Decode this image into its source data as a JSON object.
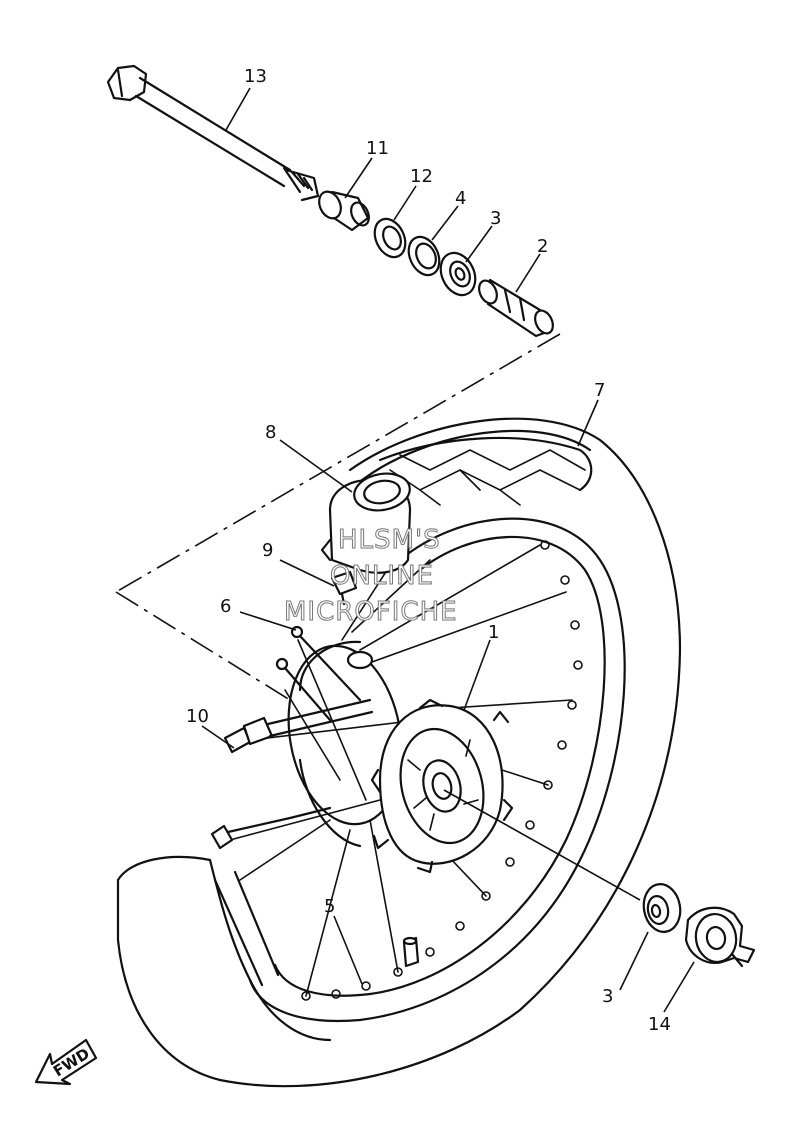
{
  "callouts": {
    "c1": "1",
    "c2": "2",
    "c3a": "3",
    "c3b": "3",
    "c4": "4",
    "c5": "5",
    "c6": "6",
    "c7": "7",
    "c8": "8",
    "c9": "9",
    "c10": "10",
    "c11": "11",
    "c12": "12",
    "c13": "13",
    "c14": "14"
  },
  "watermark": {
    "line1": "HLSM'S",
    "line2": "ONLINE",
    "line3": "MICROFICHE"
  },
  "direction_label": "FWD"
}
